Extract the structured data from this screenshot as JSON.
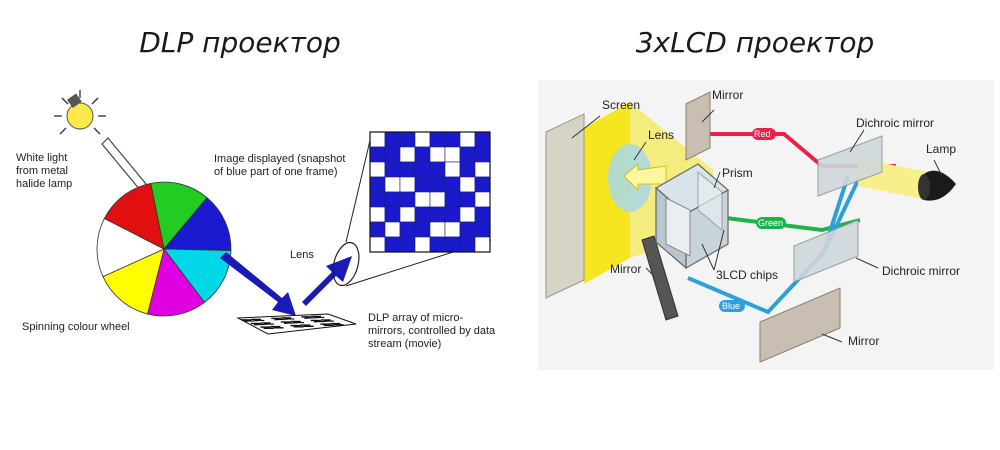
{
  "titles": {
    "dlp": "DLP проектор",
    "lcd": "3xLCD проектор"
  },
  "dlp": {
    "white_light": "White light\nfrom metal\nhalide lamp",
    "image_displayed": "Image displayed (snapshot\nof blue part of one frame)",
    "lens": "Lens",
    "dlp_array": "DLP array of micro-\nmirrors, controlled by data\nstream (movie)",
    "colour_wheel": "Spinning colour wheel",
    "wheel_colors": [
      "#22cc22",
      "#1a1ad0",
      "#00d8e8",
      "#e000e0",
      "#ffff00",
      "#ffffff",
      "#e01010"
    ]
  },
  "lcd": {
    "screen": "Screen",
    "lens": "Lens",
    "mirror_top": "Mirror",
    "dichroic_top": "Dichroic mirror",
    "lamp": "Lamp",
    "prism": "Prism",
    "mirror_left": "Mirror",
    "chips": "3LCD chips",
    "dichroic_bottom": "Dichroic mirror",
    "mirror_bottom": "Mirror",
    "beam_red": "Red",
    "beam_green": "Green",
    "beam_blue": "Blue",
    "colors": {
      "red": "#e8234a",
      "green": "#1fb24a",
      "blue": "#2f9fd8",
      "yellow": "#f5e620"
    }
  }
}
